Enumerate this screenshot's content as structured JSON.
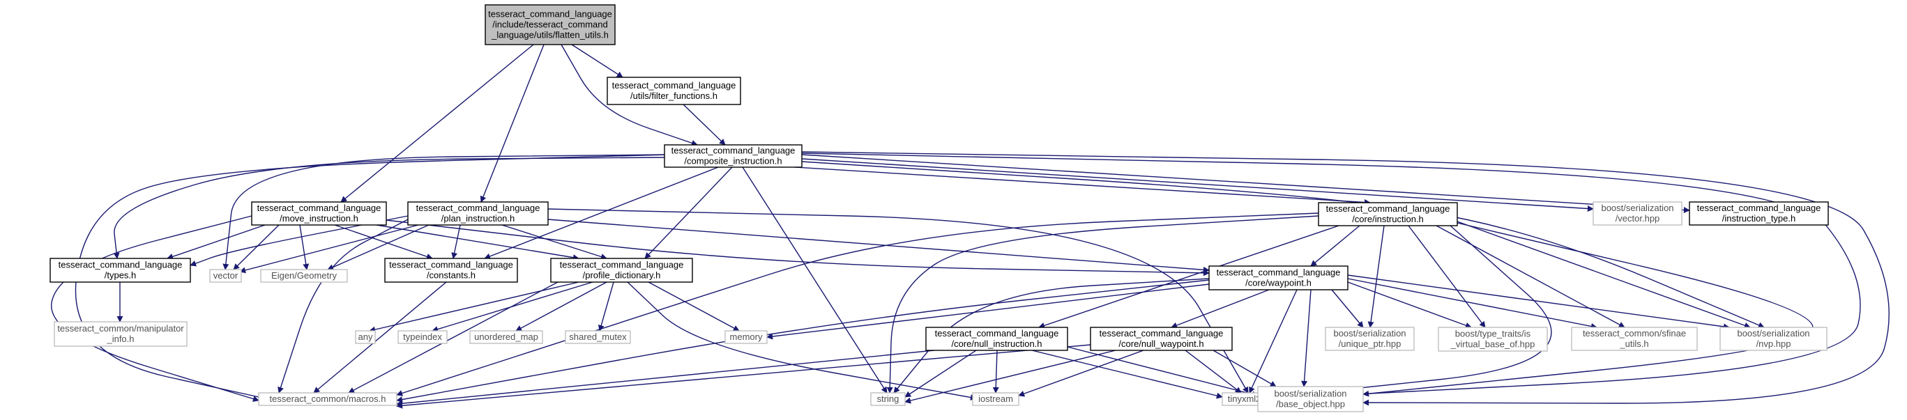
{
  "graph": {
    "colors": {
      "edge": "#191970",
      "doc_border": "#000000",
      "ext_border": "#bfbfbf",
      "root_fill": "#bfbfbf",
      "ext_text": "#505050"
    },
    "nodes": [
      {
        "id": "flatten",
        "kind": "root",
        "lines": [
          "tesseract_command_language",
          "/include/tesseract_command",
          "_language/utils/flatten_utils.h"
        ]
      },
      {
        "id": "filter",
        "kind": "doc",
        "lines": [
          "tesseract_command_language",
          "/utils/filter_functions.h"
        ]
      },
      {
        "id": "composite",
        "kind": "doc",
        "lines": [
          "tesseract_command_language",
          "/composite_instruction.h"
        ]
      },
      {
        "id": "move",
        "kind": "doc",
        "lines": [
          "tesseract_command_language",
          "/move_instruction.h"
        ]
      },
      {
        "id": "plan",
        "kind": "doc",
        "lines": [
          "tesseract_command_language",
          "/plan_instruction.h"
        ]
      },
      {
        "id": "types",
        "kind": "doc",
        "lines": [
          "tesseract_command_language",
          "/types.h"
        ]
      },
      {
        "id": "vector",
        "kind": "ext",
        "lines": [
          "vector"
        ]
      },
      {
        "id": "eigen",
        "kind": "ext",
        "lines": [
          "Eigen/Geometry"
        ]
      },
      {
        "id": "constants",
        "kind": "doc",
        "lines": [
          "tesseract_command_language",
          "/constants.h"
        ]
      },
      {
        "id": "profile",
        "kind": "doc",
        "lines": [
          "tesseract_command_language",
          "/profile_dictionary.h"
        ]
      },
      {
        "id": "manip",
        "kind": "ext",
        "lines": [
          "tesseract_common/manipulator",
          "_info.h"
        ]
      },
      {
        "id": "macros",
        "kind": "ext",
        "lines": [
          "tesseract_common/macros.h"
        ]
      },
      {
        "id": "any",
        "kind": "ext",
        "lines": [
          "any"
        ]
      },
      {
        "id": "typeindex",
        "kind": "ext",
        "lines": [
          "typeindex"
        ]
      },
      {
        "id": "umap",
        "kind": "ext",
        "lines": [
          "unordered_map"
        ]
      },
      {
        "id": "smutex",
        "kind": "ext",
        "lines": [
          "shared_mutex"
        ]
      },
      {
        "id": "memory",
        "kind": "ext",
        "lines": [
          "memory"
        ]
      },
      {
        "id": "string",
        "kind": "ext",
        "lines": [
          "string"
        ]
      },
      {
        "id": "iostream",
        "kind": "ext",
        "lines": [
          "iostream"
        ]
      },
      {
        "id": "coreinstr",
        "kind": "doc",
        "lines": [
          "tesseract_command_language",
          "/core/instruction.h"
        ]
      },
      {
        "id": "waypoint",
        "kind": "doc",
        "lines": [
          "tesseract_command_language",
          "/core/waypoint.h"
        ]
      },
      {
        "id": "nullinstr",
        "kind": "doc",
        "lines": [
          "tesseract_command_language",
          "/core/null_instruction.h"
        ]
      },
      {
        "id": "nullwp",
        "kind": "doc",
        "lines": [
          "tesseract_command_language",
          "/core/null_waypoint.h"
        ]
      },
      {
        "id": "tinyxml",
        "kind": "ext",
        "lines": [
          "tinyxml2.h"
        ]
      },
      {
        "id": "baseobj",
        "kind": "ext",
        "lines": [
          "boost/serialization",
          "/base_object.hpp"
        ]
      },
      {
        "id": "uptr",
        "kind": "ext",
        "lines": [
          "boost/serialization",
          "/unique_ptr.hpp"
        ]
      },
      {
        "id": "ivbase",
        "kind": "ext",
        "lines": [
          "boost/type_traits/is",
          "_virtual_base_of.hpp"
        ]
      },
      {
        "id": "sfinae",
        "kind": "ext",
        "lines": [
          "tesseract_common/sfinae",
          "_utils.h"
        ]
      },
      {
        "id": "nvp",
        "kind": "ext",
        "lines": [
          "boost/serialization",
          "/nvp.hpp"
        ]
      },
      {
        "id": "bvector",
        "kind": "ext",
        "lines": [
          "boost/serialization",
          "/vector.hpp"
        ]
      },
      {
        "id": "itype",
        "kind": "doc",
        "lines": [
          "tesseract_command_language",
          "/instruction_type.h"
        ]
      }
    ]
  }
}
